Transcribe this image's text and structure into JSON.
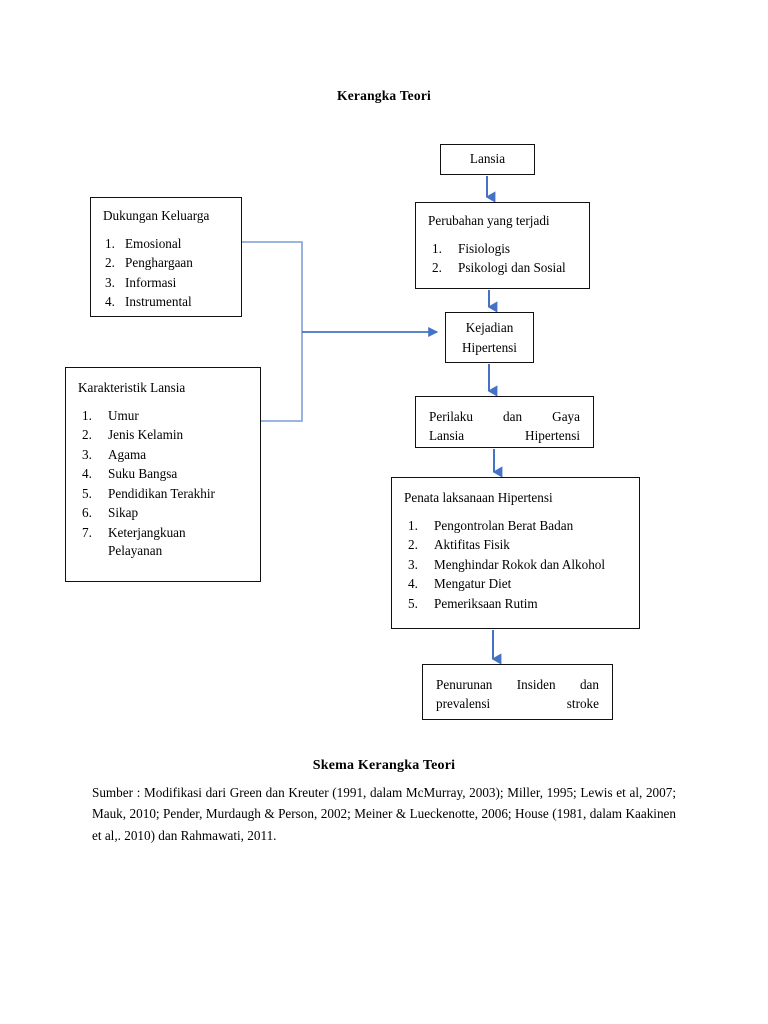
{
  "document": {
    "title": "Kerangka Teori",
    "caption": "Skema Kerangka Teori"
  },
  "colors": {
    "arrow": "#4472C4",
    "box_border": "#111111",
    "text": "#000000",
    "page_background": "#ffffff"
  },
  "boxes": {
    "dukungan_keluarga": {
      "heading": "Dukungan Keluarga",
      "items": [
        "Emosional",
        "Penghargaan",
        "Informasi",
        "Instrumental"
      ]
    },
    "karakteristik_lansia": {
      "heading": "Karakteristik Lansia",
      "items": [
        "Umur",
        "Jenis Kelamin",
        "Agama",
        "Suku Bangsa",
        "Pendidikan Terakhir",
        "Sikap",
        "Keterjangkuan"
      ],
      "item_7_continuation": "Pelayanan"
    },
    "lansia": {
      "heading": "Lansia"
    },
    "perubahan": {
      "heading": "Perubahan yang terjadi",
      "items": [
        "Fisiologis",
        "Psikologi dan Sosial"
      ]
    },
    "kejadian_hipertensi": {
      "line1": "Kejadian",
      "line2": "Hipertensi"
    },
    "perilaku_gaya": {
      "line1": "Perilaku dan Gaya",
      "line2": "Lansia Hipertensi"
    },
    "penata_laksanaan": {
      "heading": "Penata laksanaan Hipertensi",
      "items": [
        "Pengontrolan Berat Badan",
        "Aktifitas Fisik",
        "Menghindar Rokok dan Alkohol",
        "Mengatur Diet",
        "Pemeriksaan Rutim"
      ]
    },
    "penurunan_insiden": {
      "line1": "Penurunan Insiden dan",
      "line2": "prevalensi stroke"
    }
  },
  "source": {
    "line1": "Sumber : Modifikasi dari Green dan Kreuter (1991, dalam McMurray, 2003); Miller, 1995;",
    "line2": "Lewis et al, 2007; Mauk, 2010; Pender, Murdaugh & Person, 2002; Meiner & Lueckenotte,",
    "line3": "2006; House (1981, dalam Kaakinen et al,. 2010) dan Rahmawati, 2011."
  },
  "connectors": {
    "lansia_to_perubahan": "arrow-down",
    "perubahan_to_kejadian": "arrow-down",
    "kejadian_to_perilaku": "arrow-down",
    "perilaku_to_penata": "arrow-down",
    "penata_to_penurunan": "arrow-down",
    "left_boxes_to_kejadian": "arrow-right"
  }
}
